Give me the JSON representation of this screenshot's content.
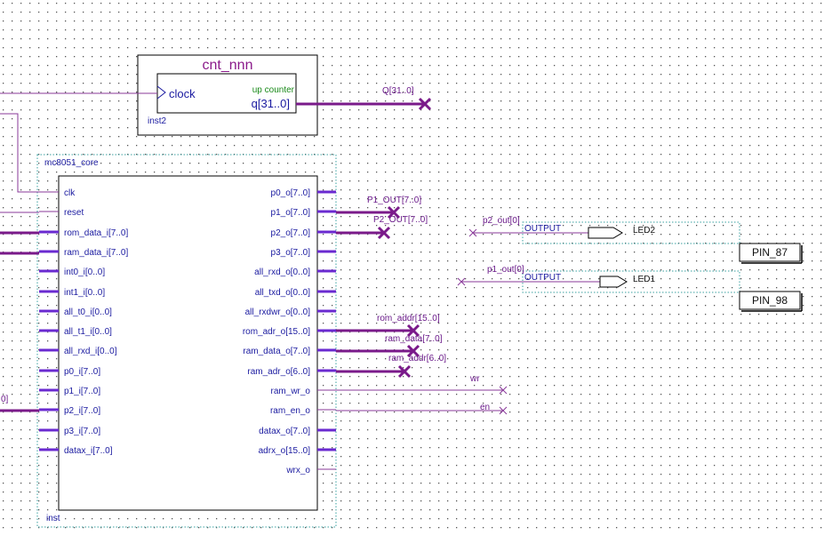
{
  "counter": {
    "title": "cnt_nnn",
    "type_label": "up counter",
    "input_pin": "clock",
    "output_pin": "q[31..0]",
    "instance": "inst2",
    "net_label": "Q[31..0]"
  },
  "core": {
    "title": "mc8051_core",
    "instance": "inst",
    "left_pins": [
      "clk",
      "reset",
      "rom_data_i[7..0]",
      "ram_data_i[7..0]",
      "int0_i[0..0]",
      "int1_i[0..0]",
      "all_t0_i[0..0]",
      "all_t1_i[0..0]",
      "all_rxd_i[0..0]",
      "p0_i[7..0]",
      "p1_i[7..0]",
      "p2_i[7..0]",
      "p3_i[7..0]",
      "datax_i[7..0]"
    ],
    "right_pins": [
      "p0_o[7..0]",
      "p1_o[7..0]",
      "p2_o[7..0]",
      "p3_o[7..0]",
      "all_rxd_o[0..0]",
      "all_txd_o[0..0]",
      "all_rxdwr_o[0..0]",
      "rom_adr_o[15..0]",
      "ram_data_o[7..0]",
      "ram_adr_o[6..0]",
      "ram_wr_o",
      "ram_en_o",
      "datax_o[7..0]",
      "adrx_o[15..0]",
      "wrx_o"
    ]
  },
  "nets": {
    "p1_out": "P1_OUT[7..0]",
    "p2_out": "P2_OUT[7..0]",
    "rom_addr": "rom_addr[15..0]",
    "ram_data": "ram_data[7..0]",
    "ram_addr": "ram_addr[6..0]",
    "wr": "wr",
    "en": "en",
    "left_partial": "0]"
  },
  "outputs": [
    {
      "net": "p2_out[0]",
      "type": "OUTPUT",
      "name": "LED2",
      "pin": "PIN_87"
    },
    {
      "net": "p1_out[0]",
      "type": "OUTPUT",
      "name": "LED1",
      "pin": "PIN_98"
    }
  ],
  "colors": {
    "bus": "#7a1a8a",
    "wire": "#8a3a9a",
    "stub": "#6a2ad0",
    "text": "#1a1aa0",
    "dot": "#555555",
    "instance_border": "#3aa0a0"
  }
}
